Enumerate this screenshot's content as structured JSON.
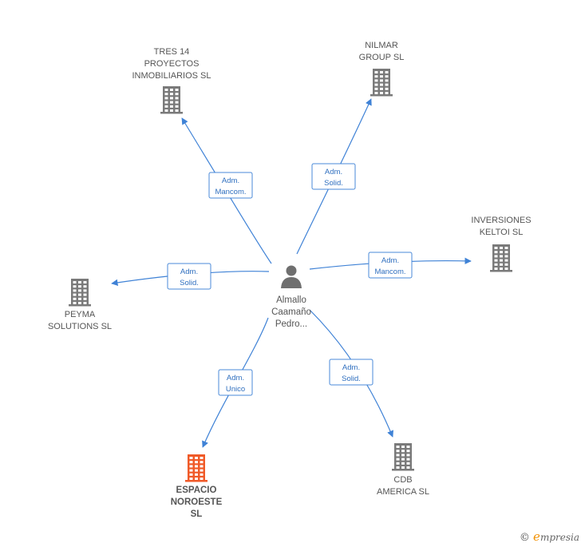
{
  "center": {
    "label_lines": [
      "Almallo",
      "Caamaño",
      "Pedro..."
    ],
    "icon": "person-icon"
  },
  "companies": [
    {
      "id": "tres14",
      "label_lines": [
        "TRES 14",
        "PROYECTOS",
        "INMOBILIARIOS SL"
      ],
      "role_lines": [
        "Adm.",
        "Mancom."
      ],
      "highlight": false
    },
    {
      "id": "nilmar",
      "label_lines": [
        "NILMAR",
        "GROUP SL"
      ],
      "role_lines": [
        "Adm.",
        "Solid."
      ],
      "highlight": false
    },
    {
      "id": "inversiones",
      "label_lines": [
        "INVERSIONES",
        "KELTOI SL"
      ],
      "role_lines": [
        "Adm.",
        "Mancom."
      ],
      "highlight": false
    },
    {
      "id": "peyma",
      "label_lines": [
        "PEYMA",
        "SOLUTIONS SL"
      ],
      "role_lines": [
        "Adm.",
        "Solid."
      ],
      "highlight": false
    },
    {
      "id": "espacio",
      "label_lines": [
        "ESPACIO",
        "NOROESTE",
        "SL"
      ],
      "role_lines": [
        "Adm.",
        "Unico"
      ],
      "highlight": true
    },
    {
      "id": "cdb",
      "label_lines": [
        "CDB",
        "AMERICA SL"
      ],
      "role_lines": [
        "Adm.",
        "Solid."
      ],
      "highlight": false
    }
  ],
  "colors": {
    "edge": "#3f82d6",
    "building": "#7a7a7a",
    "building_highlight": "#f05a28",
    "person": "#6f6f6f"
  },
  "footer": {
    "copyright": "©",
    "brand_initial": "e",
    "brand_rest": "mpresia"
  }
}
